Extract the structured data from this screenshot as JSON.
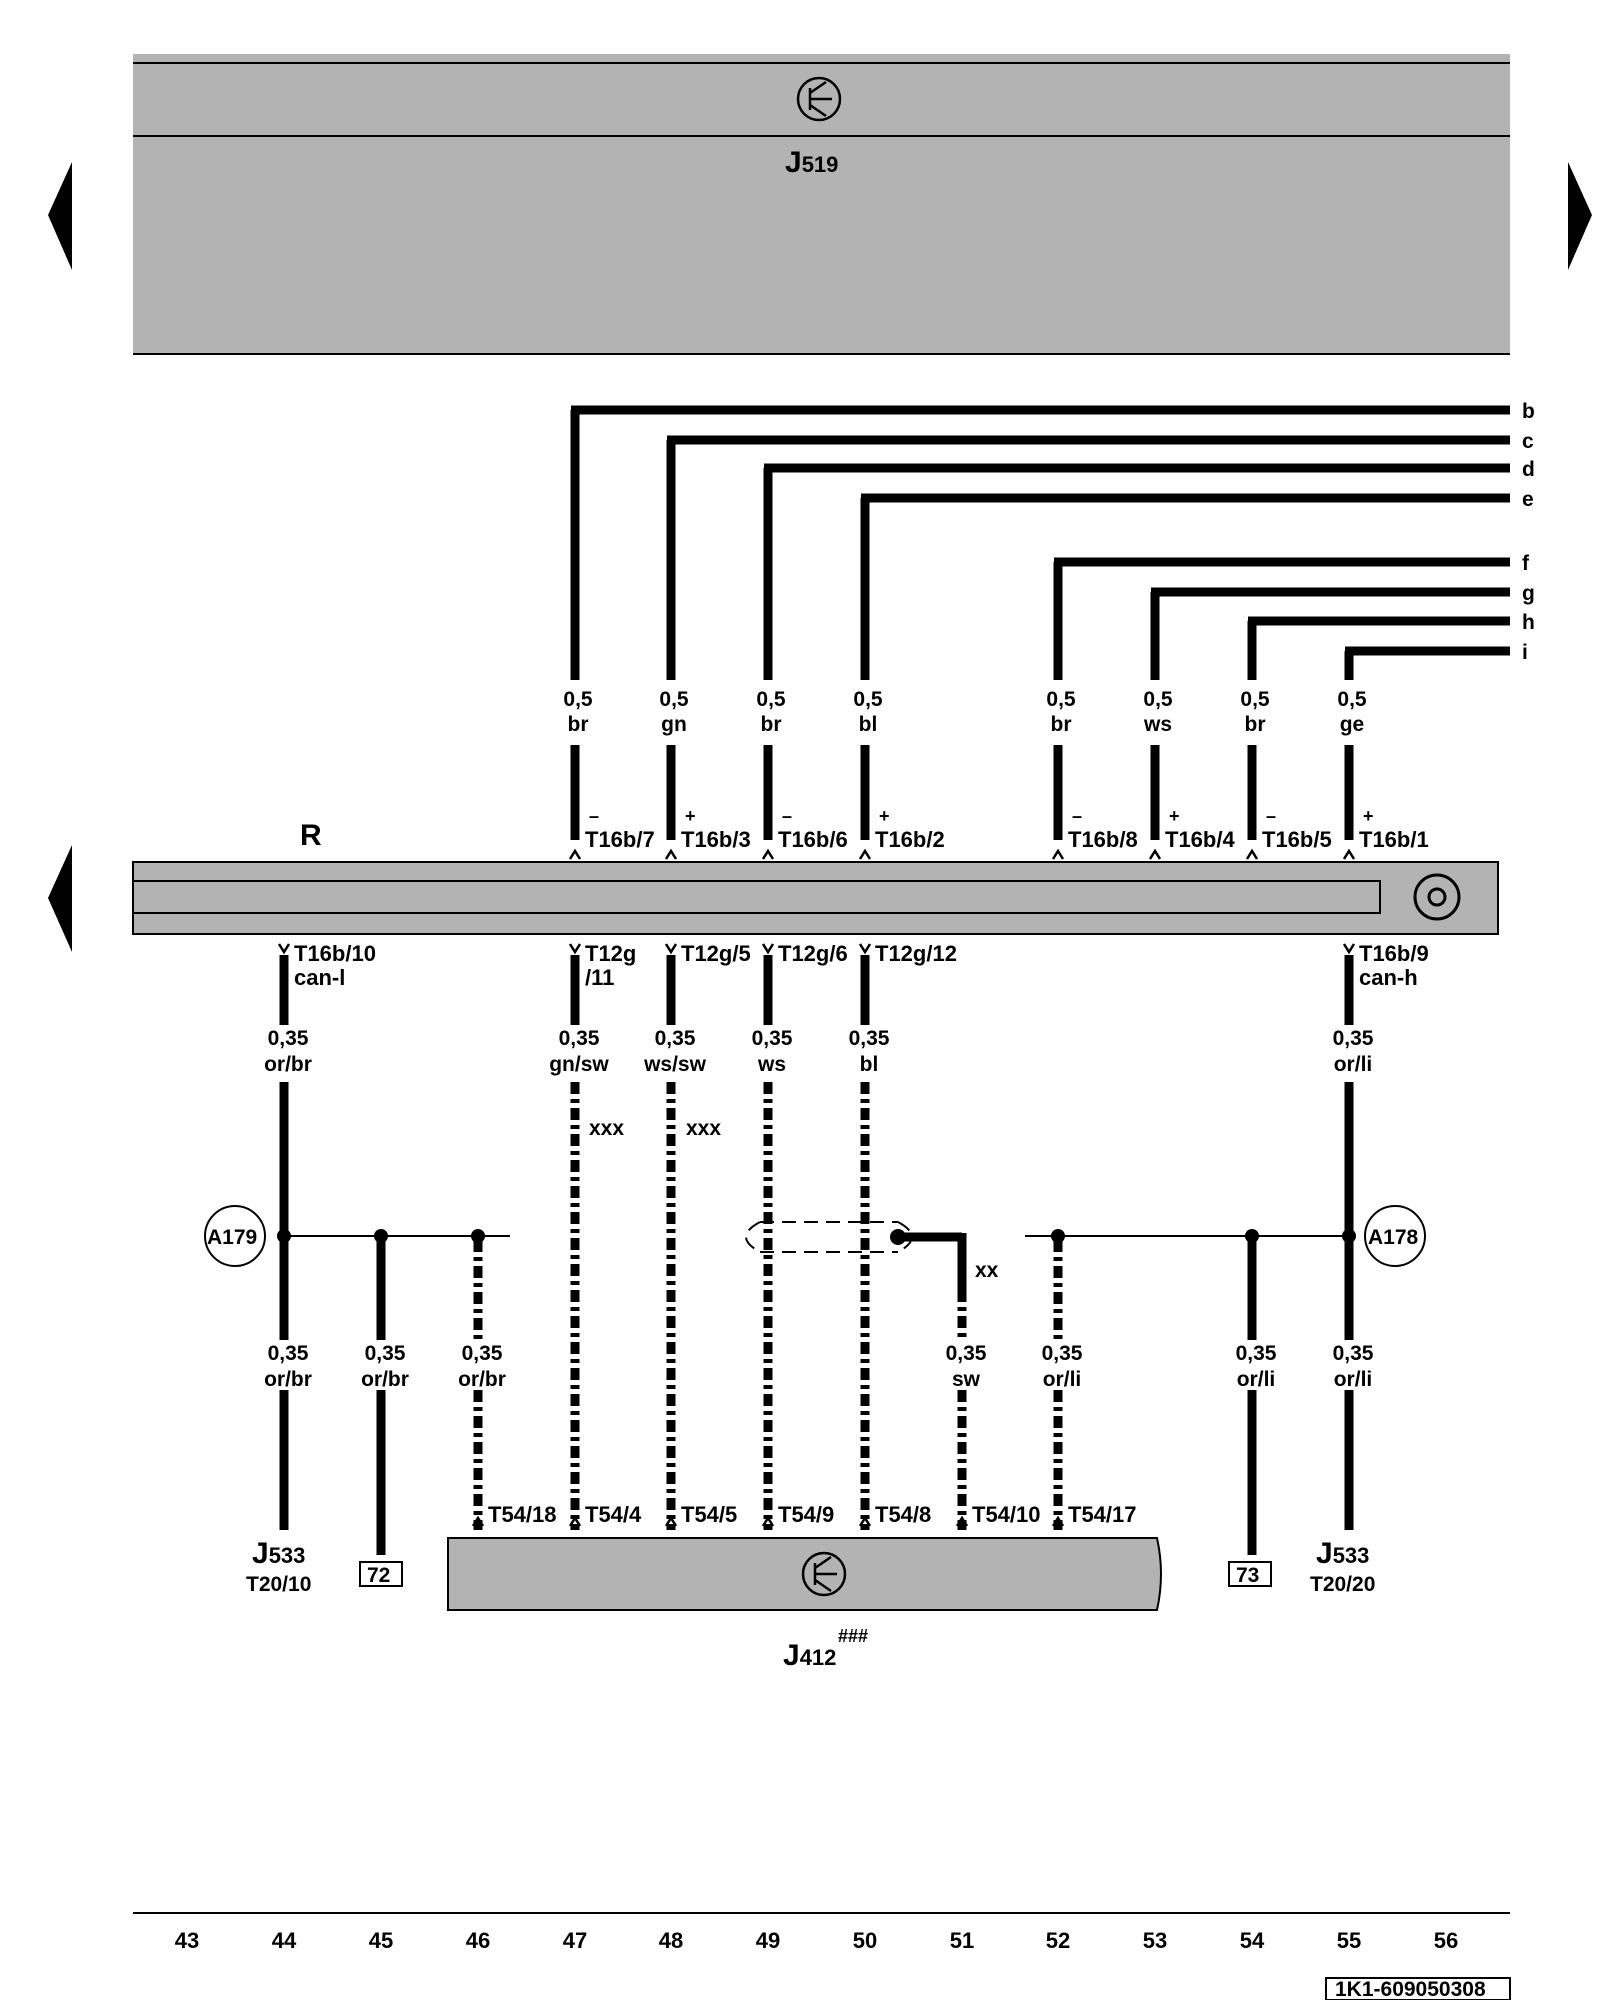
{
  "top_module": {
    "name": "J",
    "sub": "519"
  },
  "harness": {
    "label": "R"
  },
  "wires_top": [
    {
      "col": "47",
      "gauge": "0,5",
      "color": "br",
      "sign": "–",
      "pin": "T16b/7",
      "end": "b"
    },
    {
      "col": "48",
      "gauge": "0,5",
      "color": "gn",
      "sign": "+",
      "pin": "T16b/3",
      "end": "c"
    },
    {
      "col": "49",
      "gauge": "0,5",
      "color": "br",
      "sign": "–",
      "pin": "T16b/6",
      "end": "d"
    },
    {
      "col": "50",
      "gauge": "0,5",
      "color": "bl",
      "sign": "+",
      "pin": "T16b/2",
      "end": "e"
    },
    {
      "col": "52",
      "gauge": "0,5",
      "color": "br",
      "sign": "–",
      "pin": "T16b/8",
      "end": "f"
    },
    {
      "col": "53",
      "gauge": "0,5",
      "color": "ws",
      "sign": "+",
      "pin": "T16b/4",
      "end": "g"
    },
    {
      "col": "54",
      "gauge": "0,5",
      "color": "br",
      "sign": "–",
      "pin": "T16b/5",
      "end": "h"
    },
    {
      "col": "55",
      "gauge": "0,5",
      "color": "ge",
      "sign": "+",
      "pin": "T16b/1",
      "end": "i"
    }
  ],
  "bottom_pins": [
    {
      "col": "44",
      "pin": "T16b/10",
      "sub": "can-l"
    },
    {
      "col": "47",
      "pin": "T12g",
      "sub": "/11"
    },
    {
      "col": "48",
      "pin": "T12g/5",
      "sub": ""
    },
    {
      "col": "49",
      "pin": "T12g/6",
      "sub": ""
    },
    {
      "col": "50",
      "pin": "T12g/12",
      "sub": ""
    },
    {
      "col": "55",
      "pin": "T16b/9",
      "sub": "can-h"
    }
  ],
  "mid_wires": [
    {
      "col": "44",
      "gauge": "0,35",
      "color": "or/br"
    },
    {
      "col": "47",
      "gauge": "0,35",
      "color": "gn/sw"
    },
    {
      "col": "48",
      "gauge": "0,35",
      "color": "ws/sw"
    },
    {
      "col": "49",
      "gauge": "0,35",
      "color": "ws"
    },
    {
      "col": "50",
      "gauge": "0,35",
      "color": "bl"
    },
    {
      "col": "55",
      "gauge": "0,35",
      "color": "or/li"
    }
  ],
  "optional_marks": {
    "xxx": "xxx",
    "xx": "xx"
  },
  "connectors": {
    "left": "A179",
    "right": "A178"
  },
  "low_wires": [
    {
      "col": "44",
      "gauge": "0,35",
      "color": "or/br"
    },
    {
      "col": "45",
      "gauge": "0,35",
      "color": "or/br"
    },
    {
      "col": "46",
      "gauge": "0,35",
      "color": "or/br"
    },
    {
      "col": "51",
      "gauge": "0,35",
      "color": "sw"
    },
    {
      "col": "52",
      "gauge": "0,35",
      "color": "or/li"
    },
    {
      "col": "54",
      "gauge": "0,35",
      "color": "or/li"
    },
    {
      "col": "55",
      "gauge": "0,35",
      "color": "or/li"
    }
  ],
  "j412_pins": [
    "T54/18",
    "T54/4",
    "T54/5",
    "T54/9",
    "T54/8",
    "T54/10",
    "T54/17"
  ],
  "bottom_module": {
    "name": "J",
    "sub": "412",
    "mark": "###"
  },
  "left_target": {
    "name": "J",
    "sub": "533",
    "pin": "T20/10"
  },
  "right_target": {
    "name": "J",
    "sub": "533",
    "pin": "T20/20"
  },
  "ground_refs": [
    "72",
    "73"
  ],
  "column_numbers": [
    "43",
    "44",
    "45",
    "46",
    "47",
    "48",
    "49",
    "50",
    "51",
    "52",
    "53",
    "54",
    "55",
    "56"
  ],
  "doc_id": "1K1-609050308",
  "icons": [
    "arrow-left-icon",
    "arrow-right-icon",
    "control-unit-icon",
    "connector-circle-icon"
  ]
}
